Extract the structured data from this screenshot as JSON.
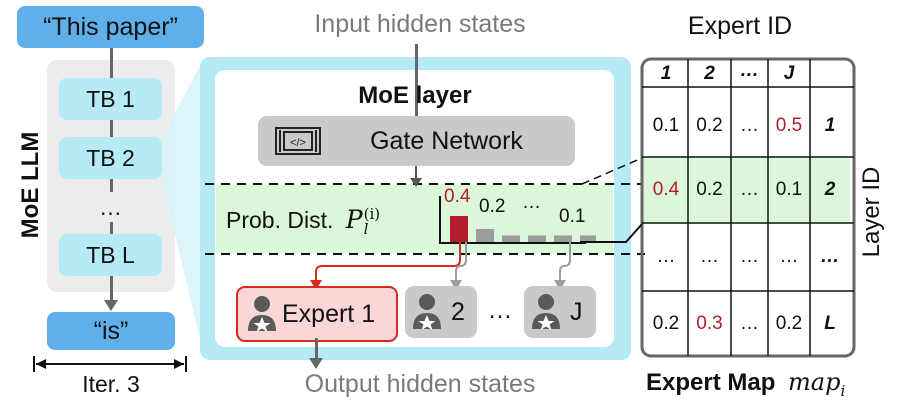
{
  "input_token": "“This paper”",
  "output_token": "“is”",
  "llm_label": "MoE LLM",
  "blocks": [
    "TB 1",
    "TB 2",
    "…",
    "TB L"
  ],
  "iter_label": "Iter. 3",
  "input_hidden": "Input hidden states",
  "output_hidden": "Output hidden states",
  "moe_layer_title": "MoE layer",
  "gate_network": "Gate Network",
  "prob_dist": "Prob. Dist.",
  "prob_symbol": {
    "base": "P",
    "sub": "l",
    "sup": "(i)"
  },
  "prob_values": {
    "first": "0.4",
    "second": "0.2",
    "dots": "…",
    "last": "0.1"
  },
  "bar_heights": [
    0.4,
    0.2,
    0.1,
    0.1,
    0.1,
    0.1
  ],
  "experts": {
    "first": "Expert 1",
    "second": "2",
    "dots": "…",
    "last": "J"
  },
  "expert_id_label": "Expert ID",
  "layer_id_label": "Layer ID",
  "map_title": "Expert Map",
  "map_symbol": "map",
  "map_symbol_sub": "i",
  "map_header": [
    "1",
    "2",
    "…",
    "J",
    ""
  ],
  "map_rows": [
    [
      "0.1",
      "0.2",
      "…",
      "0.5",
      "1"
    ],
    [
      "0.4",
      "0.2",
      "…",
      "0.1",
      "2"
    ],
    [
      "…",
      "…",
      "…",
      "…",
      "…"
    ],
    [
      "0.2",
      "0.3",
      "…",
      "0.2",
      "L"
    ]
  ],
  "colors": {
    "accent_red": "#b21d2a",
    "cyan": "#b6eaf4",
    "blue": "#5fb0ea",
    "green": "#dbf7d9"
  }
}
